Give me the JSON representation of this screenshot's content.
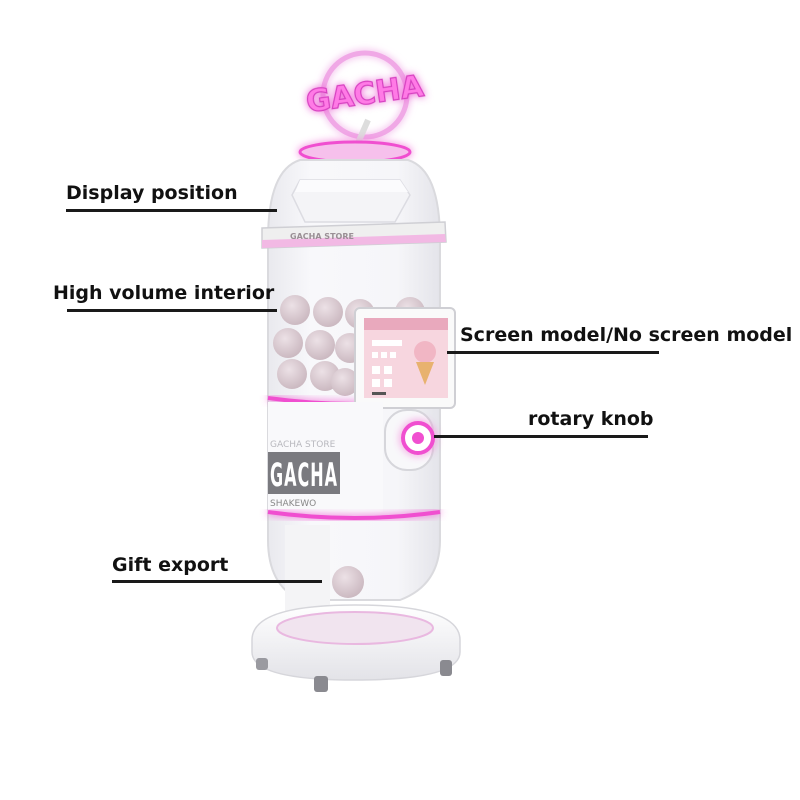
{
  "machine": {
    "sign_text": "GACHA",
    "ring_label": "GACHA STORE",
    "panel_top_text": "GACHA STORE",
    "panel_main_text": "GACHA",
    "panel_sub_text": "SHAKEWO"
  },
  "callouts": [
    {
      "id": "display-position",
      "label": "Display position"
    },
    {
      "id": "high-volume-interior",
      "label": "High volume interior"
    },
    {
      "id": "screen-model",
      "label": "Screen model/No screen model"
    },
    {
      "id": "rotary-knob",
      "label": "rotary knob"
    },
    {
      "id": "gift-export",
      "label": "Gift export"
    }
  ],
  "colors": {
    "accent": "#f04fd0",
    "ball": "#d9c8cf",
    "line": "#1a1a1a"
  }
}
